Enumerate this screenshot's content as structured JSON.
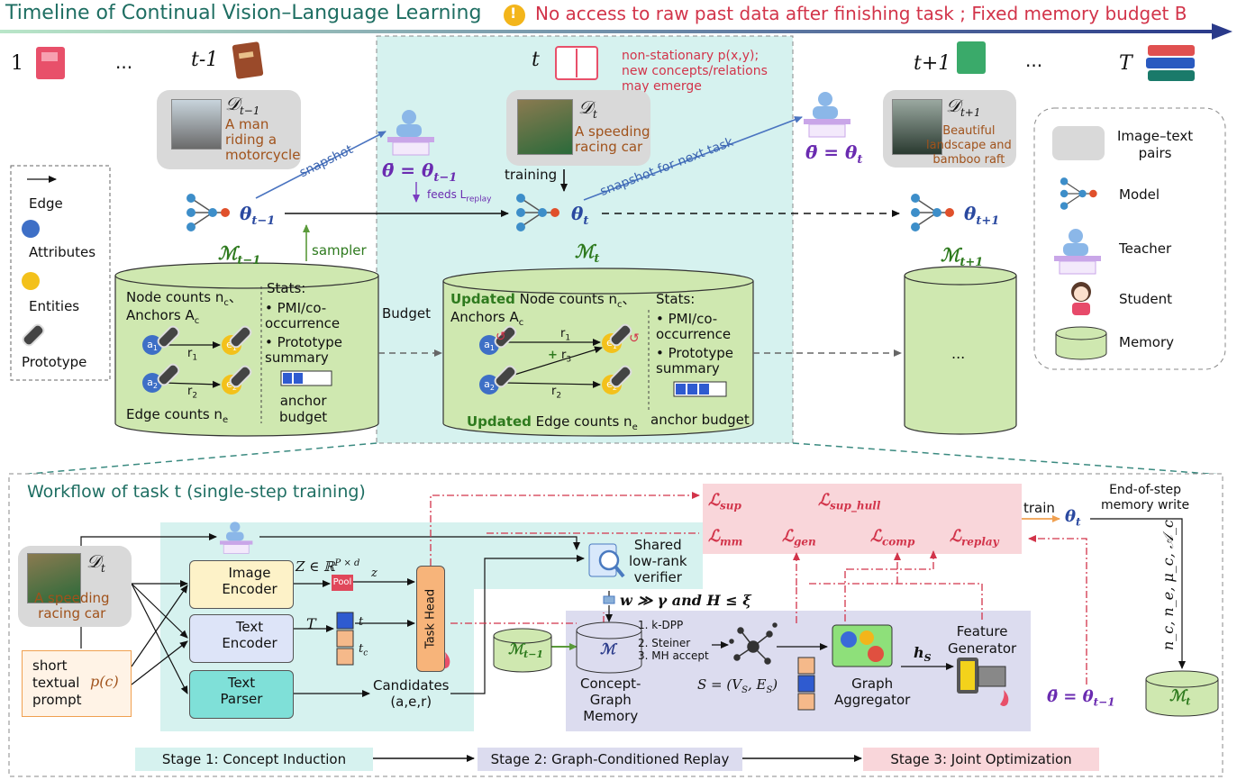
{
  "header": {
    "title": "Timeline of Continual Vision–Language Learning",
    "warning": "No access to raw past data after finishing task ; Fixed memory budget B",
    "warning_icon": "!"
  },
  "timeline": {
    "labels": {
      "first": "1",
      "dots1": "...",
      "prev": "t-1",
      "cur": "t",
      "next": "t+1",
      "dots2": "...",
      "last": "T"
    },
    "nonstationary": "non-stationary p(x,y);\nnew concepts/relations\nmay emerge",
    "data_prev": "𝒟",
    "data_prev_sub": "t−1",
    "data_prev_caption": "A man\nriding a\nmotorcycle",
    "data_cur": "𝒟",
    "data_cur_sub": "t",
    "data_cur_caption": "A speeding\nracing car",
    "data_next": "𝒟",
    "data_next_sub": "t+1",
    "data_next_caption": "Beautiful\nlandscape and\nbamboo raft",
    "training": "training",
    "snapshot": "snapshot",
    "snapshot_next": "snapshot for next task",
    "feeds": "feeds L",
    "feeds_sub": "replay",
    "sampler": "sampler",
    "budget": "Budget",
    "theta_prev": "θ",
    "theta_prev_sub": "t−1",
    "theta_cur": "θ",
    "theta_cur_sub": "t",
    "theta_next": "θ",
    "theta_next_sub": "t+1",
    "teacher_prev": "θ̄ = θ",
    "teacher_prev_sub": "t−1",
    "teacher_cur": "θ̄ = θ",
    "teacher_cur_sub": "t",
    "mem_prev": "ℳ",
    "mem_prev_sub": "t−1",
    "mem_cur": "ℳ",
    "mem_cur_sub": "t",
    "mem_next": "ℳ",
    "mem_next_sub": "t+1",
    "mem_next_body": "..."
  },
  "memory_prev": {
    "node_counts": "Node counts n",
    "node_counts_sub": "c",
    "node_counts_tail": "、",
    "anchors": "Anchors A",
    "anchors_sub": "c",
    "stats": "Stats:",
    "stat1": "PMI/co-\noccurrence",
    "stat2": "Prototype\nsummary",
    "anchor_budget": "anchor\nbudget",
    "edge_counts": "Edge counts n",
    "edge_counts_sub": "e",
    "a1": "a",
    "a1_sub": "1",
    "a2": "a",
    "a2_sub": "2",
    "e1": "e",
    "e1_sub": "1",
    "e2": "e",
    "e2_sub": "2",
    "r1": "r",
    "r1_sub": "1",
    "r2": "r",
    "r2_sub": "2"
  },
  "memory_cur": {
    "updated": "Updated",
    "node_counts": " Node counts n",
    "node_counts_sub": "c",
    "node_counts_tail": "、",
    "anchors": "Anchors A",
    "anchors_sub": "c",
    "stats": "Stats:",
    "stat1": "PMI/co-\noccurrence",
    "stat2": "Prototype\nsummary",
    "anchor_budget": "anchor budget",
    "edge_updated": "Updated",
    "edge_counts": " Edge counts n",
    "edge_counts_sub": "e",
    "a1": "a",
    "a1_sub": "1",
    "a2": "a",
    "a2_sub": "2",
    "e1": "e",
    "e1_sub": "1",
    "e2": "e",
    "e2_sub": "2",
    "r1": "r",
    "r1_sub": "1",
    "r2": "r",
    "r2_sub": "2",
    "r3": "r",
    "r3_sub": "3",
    "plus": "+"
  },
  "legend_left": {
    "edge": "Edge",
    "attributes": "Attributes",
    "entities": "Entities",
    "prototype": "Prototype"
  },
  "legend_right": {
    "pairs": "Image–text\npairs",
    "model": "Model",
    "teacher": "Teacher",
    "student": "Student",
    "memory": "Memory"
  },
  "workflow": {
    "title": "Workflow of task t (single-step training)",
    "data": "𝒟",
    "data_sub": "t",
    "caption": "A speeding\nracing car",
    "prompt": "short\ntextual\nprompt",
    "prompt_math": "p(c)",
    "image_encoder": "Image\nEncoder",
    "text_encoder": "Text\nEncoder",
    "text_parser": "Text\nParser",
    "Z": "Z ∈ ℝ",
    "Z_sup": "P × d",
    "pool": "Pool",
    "z": "z",
    "T": "T",
    "t_label": "t",
    "tc_label": "t",
    "tc_sub": "c",
    "task_head": "Task Head",
    "candidates": "Candidates\n(a,e,r)",
    "verifier": "Shared\nlow-rank\nverifier",
    "constraint": "w ≫ γ and H ≤ ξ",
    "mem_prev": "ℳ",
    "mem_prev_sub": "t−1",
    "mem_M": "ℳ",
    "steps": [
      "1. k-DPP",
      "2. Steiner",
      "3. MH accept"
    ],
    "cgm": "Concept-\nGraph\nMemory",
    "S": "S = (V",
    "S_sub1": "S",
    "S_mid": ", E",
    "S_sub2": "S",
    "S_end": ")",
    "graph_aggregator": "Graph\nAggregator",
    "hS": "h",
    "hS_sub": "S",
    "feature_generator": "Feature\nGenerator",
    "teacher": "θ̄ = θ",
    "teacher_sub": "t−1",
    "train": "train",
    "theta": "θ",
    "theta_sub": "t",
    "end_of_step": "End-of-step\nmemory write",
    "write_vars": "n_c, n_e, μ_c, 𝒜_c",
    "mem_out": "ℳ",
    "mem_out_sub": "t"
  },
  "losses": {
    "sup": "ℒ",
    "sup_sub": "sup",
    "sup_hull": "ℒ",
    "sup_hull_sub": "sup_hull",
    "mm": "ℒ",
    "mm_sub": "mm",
    "gen": "ℒ",
    "gen_sub": "gen",
    "comp": "ℒ",
    "comp_sub": "comp",
    "replay": "ℒ",
    "replay_sub": "replay"
  },
  "stages": {
    "s1": "Stage 1: Concept Induction",
    "s2": "Stage 2: Graph-Conditioned Replay",
    "s3": "Stage 3: Joint Optimization"
  },
  "colors": {
    "teal_panel": "#d6f2ef",
    "memory_green": "#cfe8b0",
    "loss_pink": "#f9d6da",
    "replay_lavender": "#dcdcef",
    "accent_red": "#d2344a",
    "arrow_blue": "#4a74c0"
  }
}
